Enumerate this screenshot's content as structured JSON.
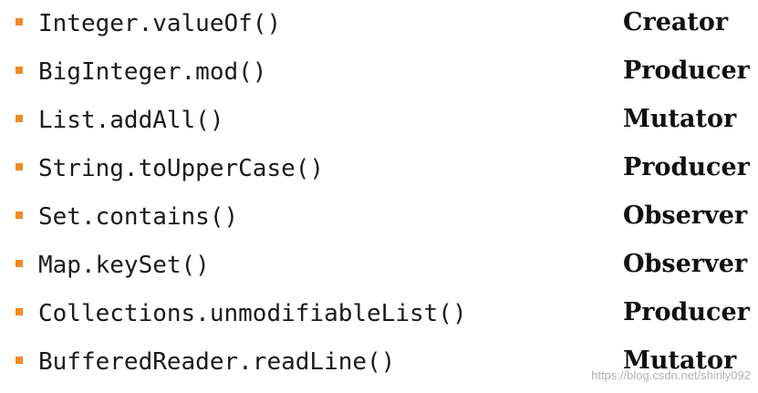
{
  "colors": {
    "bullet": "#f08a24",
    "text": "#1a1a1a"
  },
  "rows": [
    {
      "method": "Integer.valueOf()",
      "category": "Creator"
    },
    {
      "method": "BigInteger.mod()",
      "category": "Producer"
    },
    {
      "method": "List.addAll()",
      "category": "Mutator"
    },
    {
      "method": "String.toUpperCase()",
      "category": "Producer"
    },
    {
      "method": "Set.contains()",
      "category": "Observer"
    },
    {
      "method": "Map.keySet()",
      "category": "Observer"
    },
    {
      "method": "Collections.unmodifiableList()",
      "category": "Producer"
    },
    {
      "method": "BufferedReader.readLine()",
      "category": "Mutator"
    }
  ],
  "watermark": "https://blog.csdn.net/shirily092"
}
